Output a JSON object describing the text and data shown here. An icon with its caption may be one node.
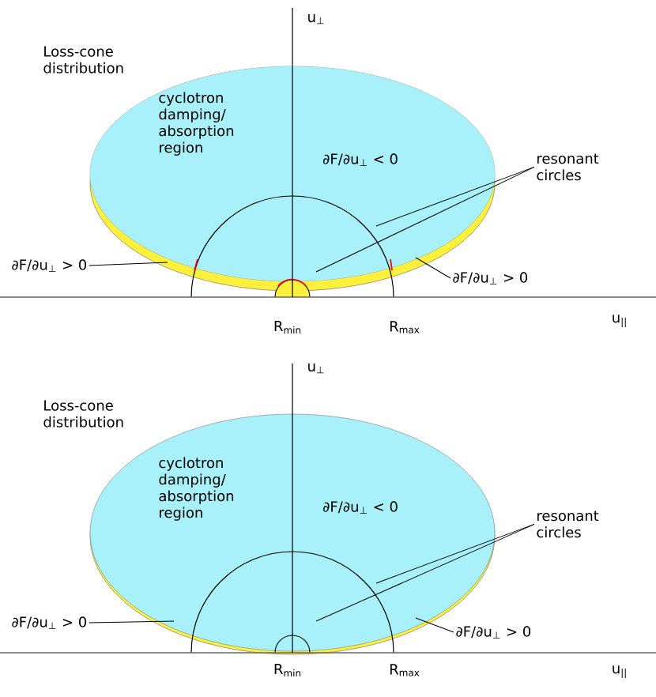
{
  "diagram": {
    "nodes": [
      {
        "text": [
          "Loss-cone distribution"
        ]
      },
      {
        "text": [
          "cyclotron damping/ absorption region"
        ]
      },
      {
        "text": [
          "∂F/∂u$_{⊥}$ < 0"
        ]
      },
      {
        "text": [
          "resonant circles"
        ]
      },
      {
        "text": [
          "∂F/∂u$_{⊥}$ > 0"
        ]
      },
      {
        "text": [
          "∂F/∂u$_{⊥}$ > 0"
        ]
      },
      {
        "text": [
          "Loss-cone distribution"
        ]
      },
      {
        "text": [
          "cyclotron damping/ absorption region"
        ]
      },
      {
        "text": [
          "∂F/∂u$_{⊥}$ < 0"
        ]
      },
      {
        "text": [
          "resonant circles"
        ]
      },
      {
        "text": [
          "∂F/∂u$_{⊥}$ > 0"
        ]
      },
      {
        "text": [
          "∂F/∂u$_{⊥}$ > 0"
        ]
      }
    ],
    "edges": [
      {
        "from": 3,
        "to": null,
        "arrow": "none"
      },
      {
        "from": 3,
        "to": null,
        "arrow": "none"
      },
      {
        "from": 4,
        "to": null,
        "arrow": "none"
      },
      {
        "from": 5,
        "to": null,
        "arrow": "none"
      },
      {
        "from": 9,
        "to": null,
        "arrow": "none"
      },
      {
        "from": 9,
        "to": null,
        "arrow": "none"
      },
      {
        "from": 10,
        "to": null,
        "arrow": "none"
      },
      {
        "from": 11,
        "to": null,
        "arrow": "none"
      }
    ],
    "labels": [
      "u$_{⊥}$",
      "R$_{min}$",
      "R$_{max}$",
      "u$_{||}$",
      "u$_{⊥}$",
      "R$_{min}$",
      "R$_{max}$",
      "u$_{||}$"
    ]
  }
}
